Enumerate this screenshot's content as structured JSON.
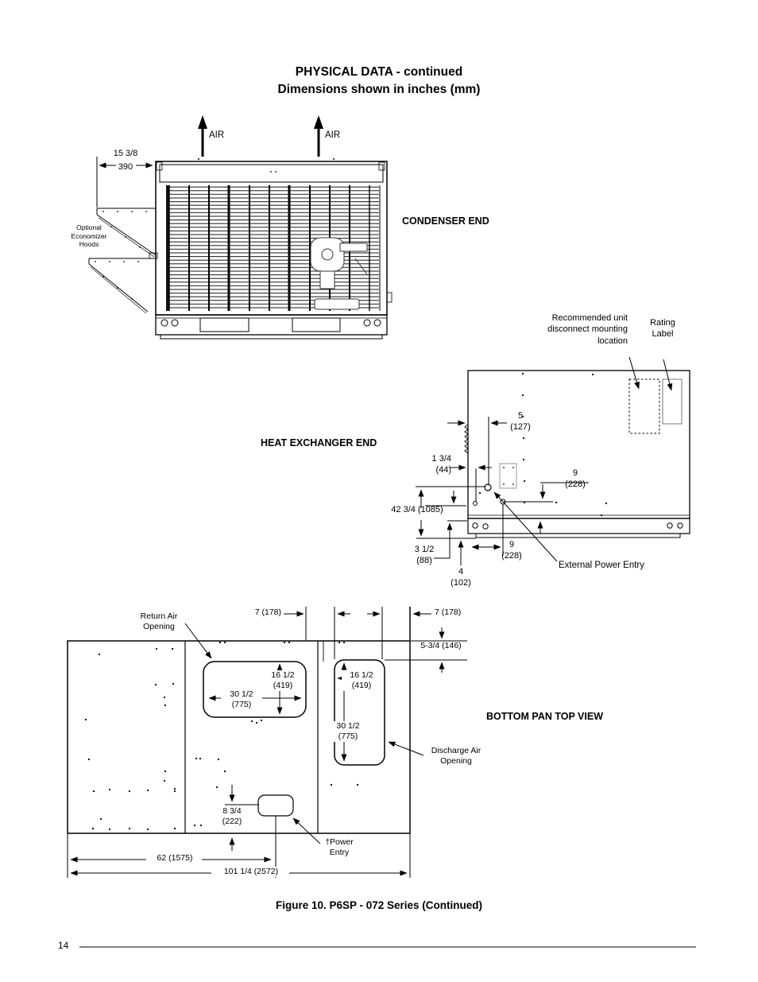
{
  "page": {
    "title_line1": "PHYSICAL DATA - continued",
    "title_line2": "Dimensions shown in inches (mm)",
    "figure_caption": "Figure 10. P6SP - 072 Series (Continued)",
    "page_number": "14",
    "ink_color": "#000000"
  },
  "condenser_end_view": {
    "section_label": "CONDENSER END",
    "air_left": "AIR",
    "air_right": "AIR",
    "hood_width_in": "15 3/8",
    "hood_width_mm": "390",
    "economizer_note": "Optional\nEconomizer\nHoods"
  },
  "heat_exchanger_end_view": {
    "section_label": "HEAT EXCHANGER END",
    "disconnect_note": "Recommended unit\ndisconnect mounting\nlocation",
    "rating_label_note": "Rating\nLabel",
    "dim_disconnect_offset": "5\n(127)",
    "dim_knockout_offset": "1 3/4\n(44)",
    "dim_height": "42 3/4 (1085)",
    "dim_base_upper": "3 1/2\n(88)",
    "dim_base_lower": "4\n(102)",
    "dim_power_drop": "9\n(228)",
    "dim_power_side": "9\n(228)",
    "external_power_entry_label": "External Power Entry"
  },
  "bottom_pan_view": {
    "section_label": "BOTTOM PAN TOP VIEW",
    "return_air_label": "Return Air\nOpening",
    "discharge_air_label": "Discharge Air\nOpening",
    "dim_gap_left": "7 (178)",
    "dim_gap_right": "7 (178)",
    "dim_discharge_top_offset": "5-3/4 (146)",
    "return_opening_height": "16 1/2\n(419)",
    "return_opening_width": "30 1/2\n(775)",
    "discharge_opening_width": "16 1/2\n(419)",
    "discharge_opening_height": "30 1/2\n(775)",
    "dim_power_offset": "8 3/4\n(222)",
    "power_entry_label": "†Power\nEntry",
    "dim_power_center": "62 (1575)",
    "dim_overall_length": "101 1/4 (2572)"
  }
}
